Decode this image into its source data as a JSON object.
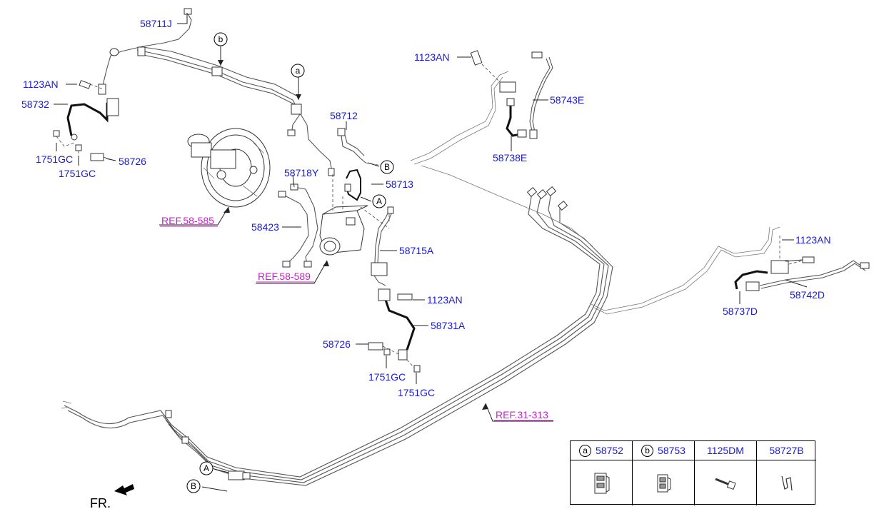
{
  "callouts": [
    {
      "key": "c_58711J",
      "text": "58711J"
    },
    {
      "key": "c_1123AN_left",
      "text": "1123AN"
    },
    {
      "key": "c_58732",
      "text": "58732"
    },
    {
      "key": "c_1751GC_a",
      "text": "1751GC"
    },
    {
      "key": "c_1751GC_b",
      "text": "1751GC"
    },
    {
      "key": "c_58726_top",
      "text": "58726"
    },
    {
      "key": "c_58712",
      "text": "58712"
    },
    {
      "key": "c_58718Y",
      "text": "58718Y"
    },
    {
      "key": "c_58713",
      "text": "58713"
    },
    {
      "key": "c_58423",
      "text": "58423"
    },
    {
      "key": "c_58715A",
      "text": "58715A"
    },
    {
      "key": "c_1123AN_mid",
      "text": "1123AN"
    },
    {
      "key": "c_58731A",
      "text": "58731A"
    },
    {
      "key": "c_58726_mid",
      "text": "58726"
    },
    {
      "key": "c_1751GC_c",
      "text": "1751GC"
    },
    {
      "key": "c_1751GC_d",
      "text": "1751GC"
    },
    {
      "key": "c_1123AN_top",
      "text": "1123AN"
    },
    {
      "key": "c_58743E",
      "text": "58743E"
    },
    {
      "key": "c_58738E",
      "text": "58738E"
    },
    {
      "key": "c_1123AN_right",
      "text": "1123AN"
    },
    {
      "key": "c_58742D",
      "text": "58742D"
    },
    {
      "key": "c_58737D",
      "text": "58737D"
    }
  ],
  "refs": [
    {
      "key": "r_58585",
      "text": "REF.58-585"
    },
    {
      "key": "r_58589",
      "text": "REF.58-589"
    },
    {
      "key": "r_31313",
      "text": "REF.31-313"
    }
  ],
  "markers": {
    "a": "a",
    "b": "b",
    "A": "A",
    "B": "B"
  },
  "front_label": "FR.",
  "parts_table": {
    "columns": [
      {
        "badge": "a",
        "part": "58752",
        "icon": "clip-icon"
      },
      {
        "badge": "b",
        "part": "58753",
        "icon": "clip-icon"
      },
      {
        "badge": "",
        "part": "1125DM",
        "icon": "bolt-icon"
      },
      {
        "badge": "",
        "part": "58727B",
        "icon": "spring-clip-icon"
      }
    ]
  },
  "colors": {
    "part_number": "#1a1ad6",
    "reference": "#c81ec8",
    "line": "#222222"
  }
}
